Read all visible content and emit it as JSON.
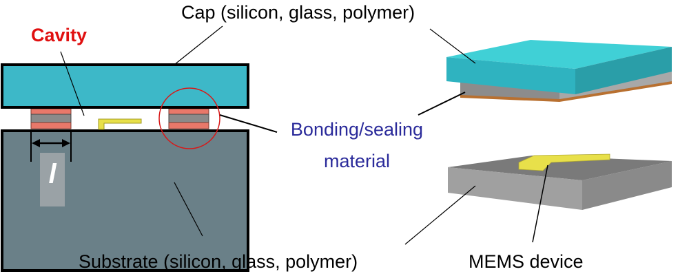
{
  "labels": {
    "cap": "Cap (silicon, glass, polymer)",
    "cavity": "Cavity",
    "bonding_line1": "Bonding/sealing",
    "bonding_line2": "material",
    "length_symbol": "l",
    "substrate": "Substrate (silicon, glass, polymer)",
    "mems": "MEMS device"
  },
  "colors": {
    "cap": "#3db8c8",
    "cap_top": "#40d0d6",
    "cap_side": "#2a9ea8",
    "substrate": "#6a8088",
    "seal_red": "#e8786a",
    "seal_grey": "#8a8a8a",
    "mems_device": "#e8e04a",
    "cavity_label": "#e01010",
    "bonding_label": "#2a2a9a",
    "highlight_circle": "#d81818",
    "substrate_3d_top": "#7a7a7a",
    "substrate_3d_side": "#a0a0a0",
    "bond_layer_3d": "#b87030"
  }
}
